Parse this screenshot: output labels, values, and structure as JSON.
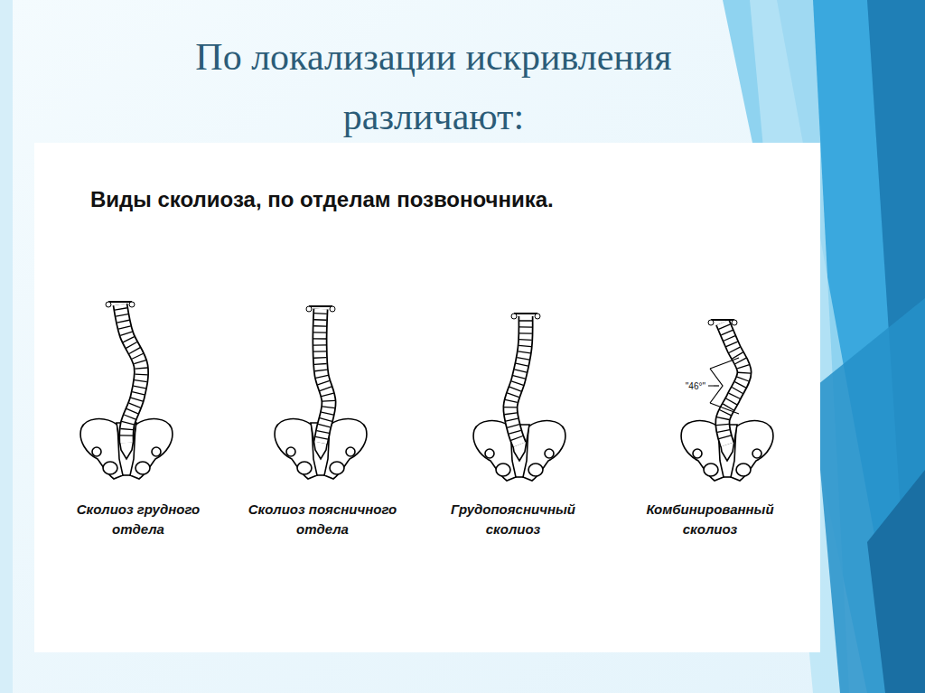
{
  "diagram": {
    "title": "По локализации искривления различают:",
    "labels": [
      "Виды сколиоза, по отделам позвоночника.",
      "Сколиоз грудного отдела",
      "Сколиоз поясничного отдела",
      "Грудопоясничный сколиоз",
      "Комбинированный сколиоз",
      "\"46°\""
    ]
  }
}
